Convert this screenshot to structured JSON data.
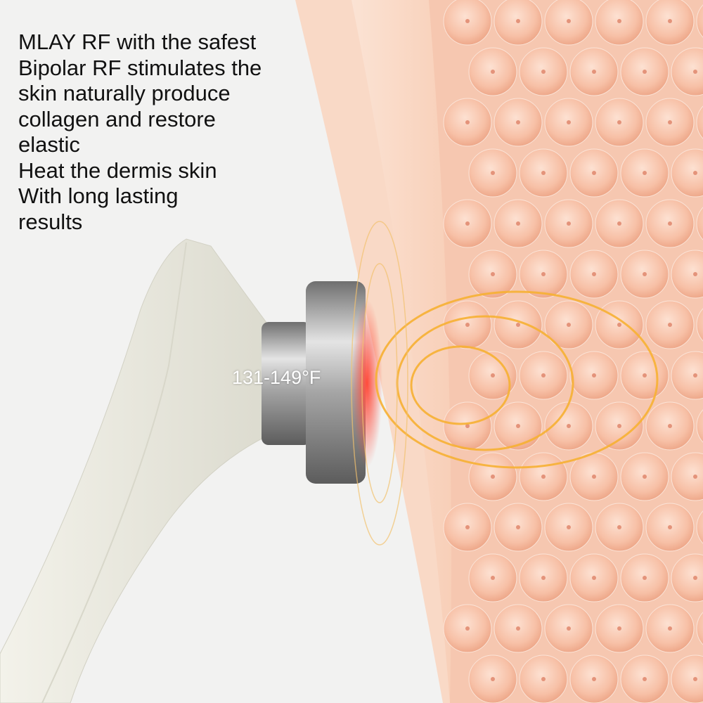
{
  "headline_lines": [
    "MLAY RF with the safest",
    "Bipolar RF stimulates the",
    "skin naturally produce",
    "collagen and restore",
    "elastic",
    "Heat the dermis skin",
    "With long lasting",
    "results"
  ],
  "temperature_label": "131-149°F",
  "colors": {
    "background": "#f2f2f1",
    "skin_outer": "#f6c3a8",
    "skin_band": "#f0a986",
    "cell": "#f8c8b2",
    "glow": "#f7b133",
    "device_body": "#e9e8dc",
    "metal": "#9a9a9a",
    "text": "#111111"
  }
}
